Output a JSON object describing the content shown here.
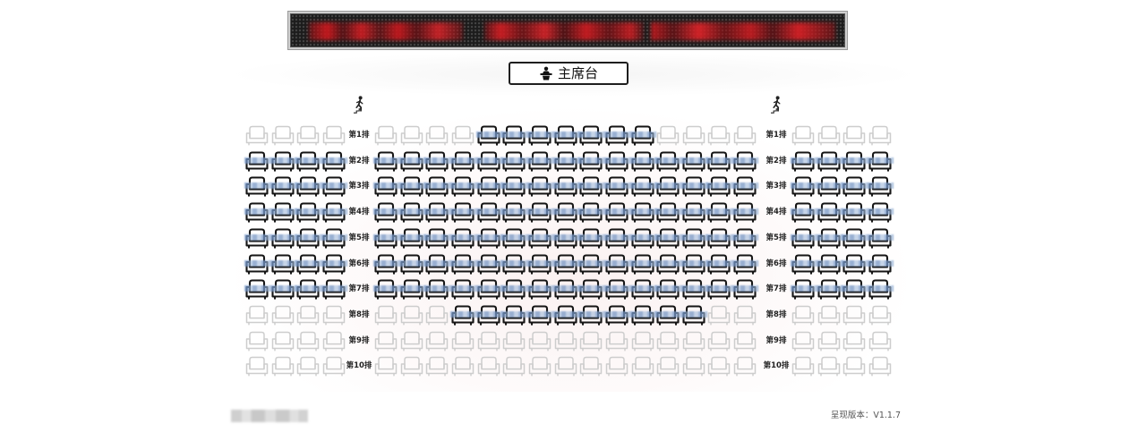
{
  "colors": {
    "banner_bg": "#1c1c1c",
    "banner_glow": "#d0202a",
    "seat_occupied": "#151515",
    "seat_empty": "#cdcdcd",
    "name_blur": "rgba(118,152,202,0.85)"
  },
  "icons": {
    "podium": "podium-icon",
    "entrance": "entrance-icon"
  },
  "podium": {
    "label": "主席台"
  },
  "rows": [
    {
      "label": "第1排",
      "left": [
        0,
        0,
        0,
        0
      ],
      "middle": [
        0,
        0,
        0,
        0,
        1,
        1,
        1,
        1,
        1,
        1,
        1,
        0,
        0,
        0,
        0
      ],
      "right": [
        0,
        0,
        0,
        0
      ]
    },
    {
      "label": "第2排",
      "left": [
        1,
        1,
        1,
        1
      ],
      "middle": [
        1,
        1,
        1,
        1,
        1,
        1,
        1,
        1,
        1,
        1,
        1,
        1,
        1,
        1,
        1
      ],
      "right": [
        1,
        1,
        1,
        1
      ]
    },
    {
      "label": "第3排",
      "left": [
        1,
        1,
        1,
        1
      ],
      "middle": [
        1,
        1,
        1,
        1,
        1,
        1,
        1,
        1,
        1,
        1,
        1,
        1,
        1,
        1,
        1
      ],
      "right": [
        1,
        1,
        1,
        1
      ]
    },
    {
      "label": "第4排",
      "left": [
        1,
        1,
        1,
        1
      ],
      "middle": [
        1,
        1,
        1,
        1,
        1,
        1,
        1,
        1,
        1,
        1,
        1,
        1,
        1,
        1,
        1
      ],
      "right": [
        1,
        1,
        1,
        1
      ]
    },
    {
      "label": "第5排",
      "left": [
        1,
        1,
        1,
        1
      ],
      "middle": [
        1,
        1,
        1,
        1,
        1,
        1,
        1,
        1,
        1,
        1,
        1,
        1,
        1,
        1,
        1
      ],
      "right": [
        1,
        1,
        1,
        1
      ]
    },
    {
      "label": "第6排",
      "left": [
        1,
        1,
        1,
        1
      ],
      "middle": [
        1,
        1,
        1,
        1,
        1,
        1,
        1,
        1,
        1,
        1,
        1,
        1,
        1,
        1,
        1
      ],
      "right": [
        1,
        1,
        1,
        1
      ]
    },
    {
      "label": "第7排",
      "left": [
        1,
        1,
        1,
        1
      ],
      "middle": [
        1,
        1,
        1,
        1,
        1,
        1,
        1,
        1,
        1,
        1,
        1,
        1,
        1,
        1,
        1
      ],
      "right": [
        1,
        1,
        1,
        1
      ]
    },
    {
      "label": "第8排",
      "left": [
        0,
        0,
        0,
        0
      ],
      "middle": [
        0,
        0,
        0,
        1,
        1,
        1,
        1,
        1,
        1,
        1,
        1,
        1,
        1,
        0,
        0
      ],
      "right": [
        0,
        0,
        0,
        0
      ]
    },
    {
      "label": "第9排",
      "left": [
        0,
        0,
        0,
        0
      ],
      "middle": [
        0,
        0,
        0,
        0,
        0,
        0,
        0,
        0,
        0,
        0,
        0,
        0,
        0,
        0,
        0
      ],
      "right": [
        0,
        0,
        0,
        0
      ]
    },
    {
      "label": "第10排",
      "left": [
        0,
        0,
        0,
        0
      ],
      "middle": [
        0,
        0,
        0,
        0,
        0,
        0,
        0,
        0,
        0,
        0,
        0,
        0,
        0,
        0,
        0
      ],
      "right": [
        0,
        0,
        0,
        0
      ]
    }
  ],
  "footer": {
    "version_label": "呈现版本：V1.1.7"
  }
}
